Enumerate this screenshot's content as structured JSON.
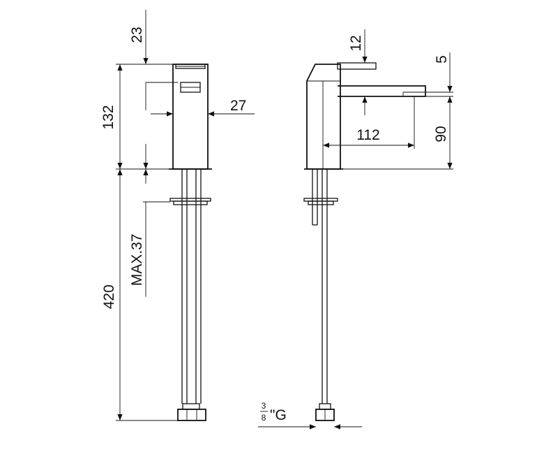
{
  "dimensions": {
    "top_clearance": "23",
    "body_height": "132",
    "body_width": "27",
    "hose_length": "420",
    "max_deck": "MAX.37",
    "handle_top": "12",
    "spout_tip": "5",
    "spout_reach": "112",
    "spout_height": "90"
  },
  "thread": {
    "numerator": "3",
    "denominator": "8",
    "suffix": "\"G"
  },
  "colors": {
    "line": "#111111",
    "background": "#ffffff"
  }
}
